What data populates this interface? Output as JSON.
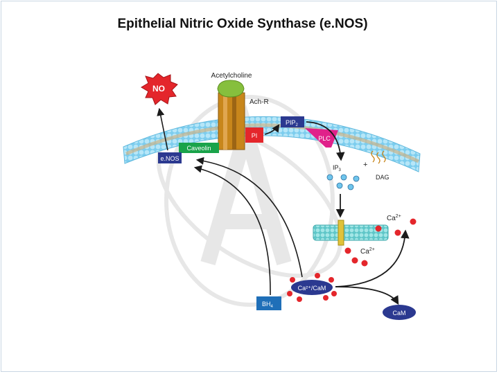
{
  "title": "Epithelial Nitric Oxide Synthase (e.NOS)",
  "labels": {
    "no": "NO",
    "acetylcholine": "Acetylcholine",
    "ach_r": "Ach-R",
    "pip2_main": "PIP",
    "pip2_sub": "2",
    "pi": "PI",
    "plc": "PLC",
    "caveolin": "Caveolin",
    "enos": "e.NOS",
    "ip3_main": "IP",
    "ip3_sub": "3",
    "plus": "+",
    "dag": "DAG",
    "ca_top": "Ca",
    "ca_top_sup": "2+",
    "ca_mid": "Ca",
    "ca_mid_sup": "2+",
    "ca_cam": "Ca²⁺/CaM",
    "bh4_main": "BH",
    "bh4_sub": "4",
    "cam": "CaM"
  },
  "colors": {
    "no_burst": "#e4262b",
    "receptor": "#c8861b",
    "receptor_cap": "#86bf3d",
    "pi_box": "#e4262b",
    "pip2_box": "#2b3990",
    "plc": "#e0218a",
    "caveolin": "#1aa34a",
    "enos_box": "#2b3990",
    "membrane_head": "#8ed4f2",
    "calcium": "#e4262b",
    "cam_oval": "#2b3990",
    "bh4_box": "#1f6fb8"
  }
}
